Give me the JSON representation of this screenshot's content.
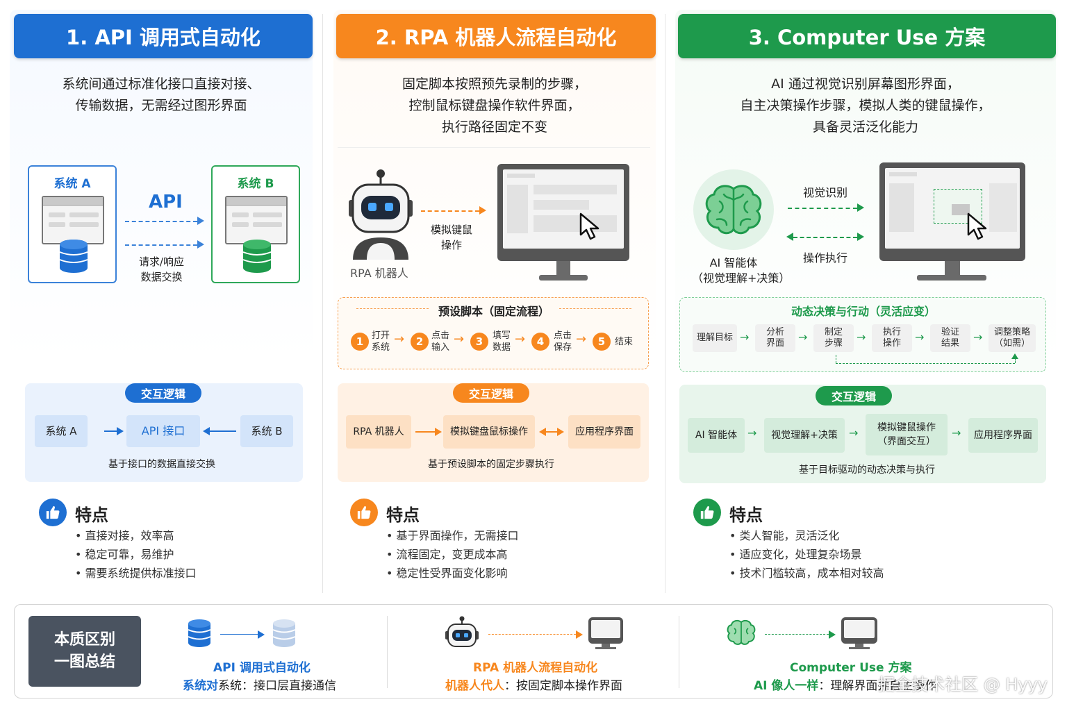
{
  "col1": {
    "title": "1. API 调用式自动化",
    "desc": [
      "系统间通过标准化接口直接对接、",
      "传输数据，无需经过图形界面"
    ],
    "sys_a": "系统 A",
    "sys_b": "系统 B",
    "api_label": "API",
    "exchange": [
      "请求/响应",
      "数据交换"
    ],
    "logic_pill": "交互逻辑",
    "logic_boxes": [
      "系统 A",
      "API 接口",
      "系统 B"
    ],
    "logic_caption": "基于接口的数据直接交换",
    "feat_title": "特点",
    "features": [
      "• 直接对接，效率高",
      "• 稳定可靠，易维护",
      "• 需要系统提供标准接口"
    ]
  },
  "col2": {
    "title": "2. RPA 机器人流程自动化",
    "desc": [
      "固定脚本按照预先录制的步骤，",
      "控制鼠标键盘操作软件界面，",
      "执行路径固定不变"
    ],
    "robot_label": "RPA 机器人",
    "action": [
      "模拟键鼠",
      "操作"
    ],
    "script_title": "预设脚本（固定流程）",
    "steps": [
      {
        "num": "1",
        "label": [
          "打开",
          "系统"
        ]
      },
      {
        "num": "2",
        "label": [
          "点击",
          "输入"
        ]
      },
      {
        "num": "3",
        "label": [
          "填写",
          "数据"
        ]
      },
      {
        "num": "4",
        "label": [
          "点击",
          "保存"
        ]
      },
      {
        "num": "5",
        "label": [
          "结束"
        ]
      }
    ],
    "logic_pill": "交互逻辑",
    "logic_boxes": [
      "RPA 机器人",
      "模拟键盘鼠标操作",
      "应用程序界面"
    ],
    "logic_caption": "基于预设脚本的固定步骤执行",
    "feat_title": "特点",
    "features": [
      "• 基于界面操作，无需接口",
      "• 流程固定，变更成本高",
      "• 稳定性受界面变化影响"
    ]
  },
  "col3": {
    "title": "3. Computer Use 方案",
    "desc": [
      "AI 通过视觉识别屏幕图形界面，",
      "自主决策操作步骤，模拟人类的键鼠操作，",
      "具备灵活泛化能力"
    ],
    "agent_label": [
      "AI 智能体",
      "（视觉理解+决策）"
    ],
    "vision": "视觉识别",
    "execute": "操作执行",
    "dyn_title": "动态决策与行动（灵活应变）",
    "flow": [
      [
        "理解目标"
      ],
      [
        "分析",
        "界面"
      ],
      [
        "制定",
        "步骤"
      ],
      [
        "执行",
        "操作"
      ],
      [
        "验证",
        "结果"
      ],
      [
        "调整策略",
        "（如需）"
      ]
    ],
    "logic_pill": "交互逻辑",
    "logic_boxes": [
      [
        "AI 智能体"
      ],
      [
        "视觉理解+决策"
      ],
      [
        "模拟键鼠操作",
        "（界面交互）"
      ],
      [
        "应用程序界面"
      ]
    ],
    "logic_caption": "基于目标驱动的动态决策与执行",
    "feat_title": "特点",
    "features": [
      "• 类人智能，灵活泛化",
      "• 适应变化，处理复杂场景",
      "• 技术门槛较高，成本相对较高"
    ]
  },
  "summary": {
    "label": [
      "本质区别",
      "一图总结"
    ],
    "items": [
      {
        "title": "API 调用式自动化",
        "sub_hl": "系统对",
        "sub_rest": "系统：接口层直接通信",
        "color": "#1e6fd2"
      },
      {
        "title": "RPA 机器人流程自动化",
        "sub_hl": "机器人代人",
        "sub_rest": "：按固定脚本操作界面",
        "color": "#f7871e"
      },
      {
        "title": "Computer Use 方案",
        "sub_hl": "AI 像人一样",
        "sub_rest": "：理解界面并自主操作",
        "color": "#1e9a4c"
      }
    ],
    "watermark": "掘金技术社区 @ Hyyy"
  },
  "icons": {
    "thumb": "thumbs-up-icon",
    "database": "database-icon",
    "robot": "robot-icon",
    "brain": "brain-icon",
    "monitor": "monitor-icon",
    "cursor": "cursor-icon"
  },
  "colors": {
    "blue": "#1e6fd2",
    "orange": "#f7871e",
    "green": "#1e9a4c",
    "summary_label": "#4a5360"
  }
}
